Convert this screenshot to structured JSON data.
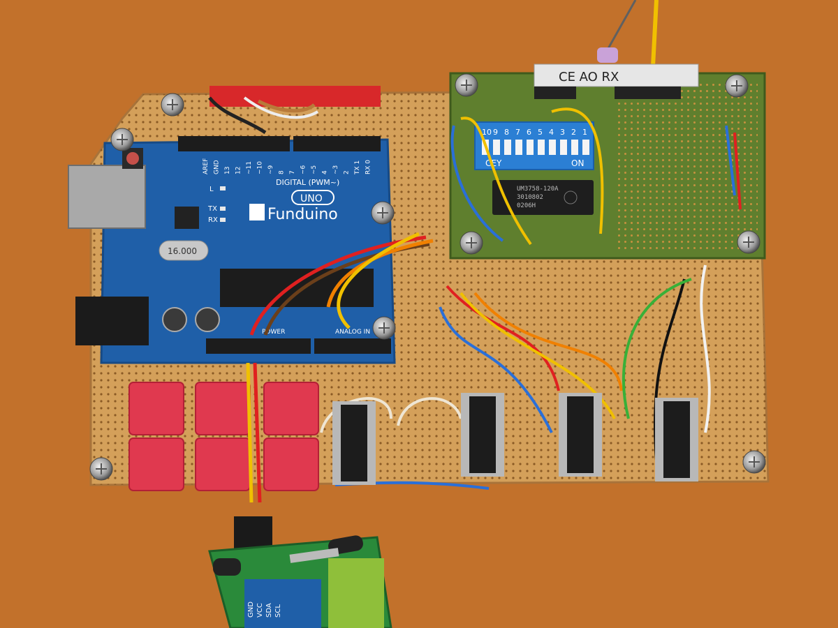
{
  "photo": {
    "table_color": "#c9772f",
    "perfboard_color": "#d4a05a",
    "protoboard_color": "#5f7f2e",
    "arduino_color": "#1f5fa8"
  },
  "arduino": {
    "brand": "Funduino",
    "model": "UNO",
    "digital_label": "DIGITAL (PWM~)",
    "pin_labels": [
      "AREF",
      "GND",
      "13",
      "12",
      "~11",
      "~10",
      "~9",
      "8",
      "7",
      "~6",
      "~5",
      "4",
      "~3",
      "2",
      "TX 1",
      "RX 0"
    ],
    "led_labels": [
      "L",
      "TX",
      "RX"
    ],
    "crystal": "16.000",
    "power_label": "POWER",
    "analog_label": "ANALOG IN"
  },
  "receiver": {
    "label": "CE  AO  RX"
  },
  "dip_switch": {
    "numbers": [
      "10",
      "9",
      "8",
      "7",
      "6",
      "5",
      "4",
      "3",
      "2",
      "1"
    ],
    "brand": "CEY",
    "on_label": "ON"
  },
  "decoder_chip": {
    "lines": [
      "UM3758-120A",
      "3010802",
      "0206H"
    ]
  },
  "lcd_backpack": {
    "pins": [
      "GND",
      "VCC",
      "SDA",
      "SCL"
    ]
  }
}
